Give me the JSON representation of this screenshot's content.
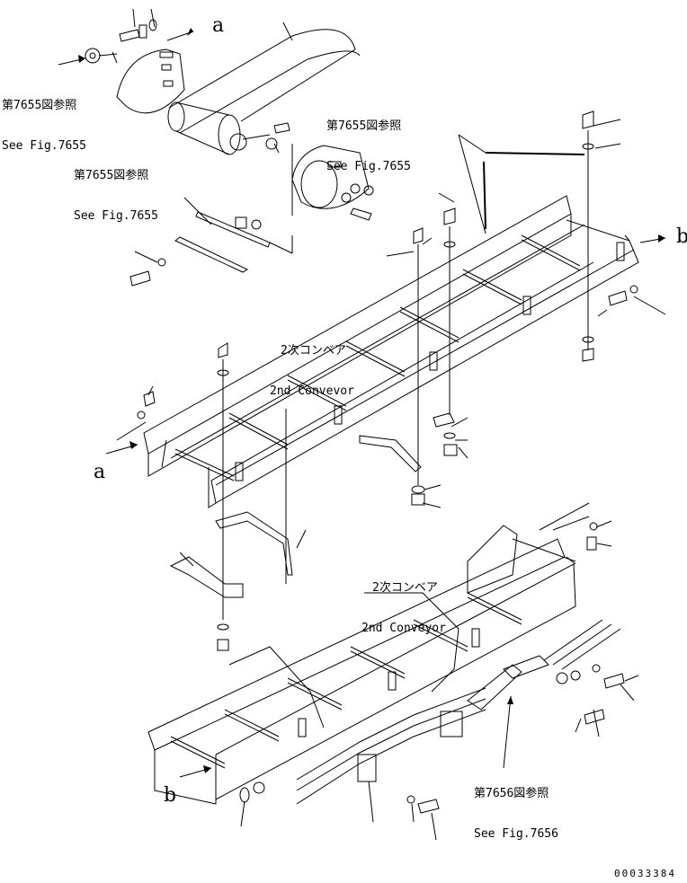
{
  "callouts": {
    "ref_7655_a": {
      "jp": "第7655図参照",
      "en": "See Fig.7655"
    },
    "ref_7655_b": {
      "jp": "第7655図参照",
      "en": "See Fig.7655"
    },
    "ref_7655_c": {
      "jp": "第7655図参照",
      "en": "See Fig.7655"
    },
    "ref_7656": {
      "jp": "第7656図参照",
      "en": "See Fig.7656"
    }
  },
  "conveyor_labels": {
    "upper": {
      "jp": "2次コンベア",
      "en": "2nd Convevor"
    },
    "lower": {
      "jp": "2次コンベア",
      "en": "2nd Conveyor"
    }
  },
  "arrow_letters": {
    "a_top": "a",
    "a_left": "a",
    "b_right": "b",
    "b_bottom": "b"
  },
  "drawing_number": "00033384"
}
